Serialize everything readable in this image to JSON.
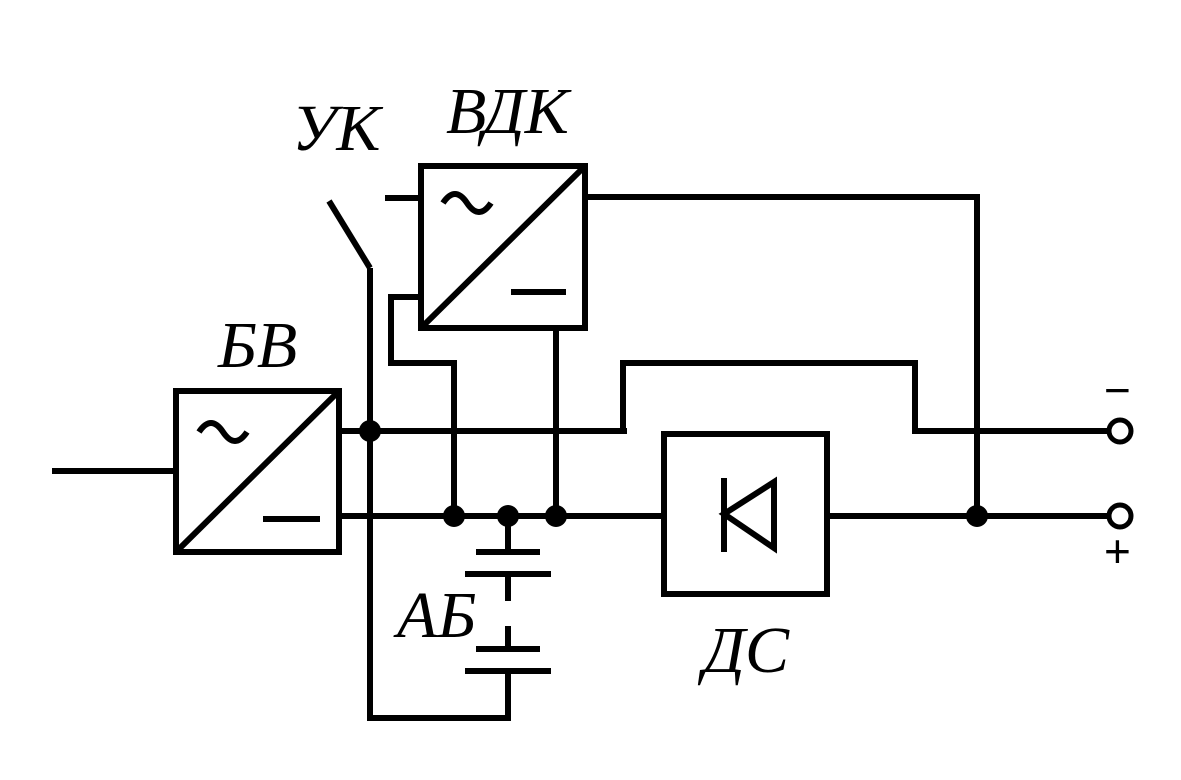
{
  "labels": {
    "uk": "УК",
    "vdk": "ВДК",
    "bv": "БВ",
    "ab": "АБ",
    "ds": "ДС"
  },
  "terminals": {
    "minus": "−",
    "plus": "+"
  },
  "icons": {
    "converter": "ac-dc-converter-icon",
    "diode": "diode-icon",
    "battery": "battery-icon",
    "switch": "switch-icon",
    "node": "junction-dot-icon",
    "terminal": "terminal-circle-icon"
  },
  "colors": {
    "line": "#000000",
    "background": "#ffffff"
  }
}
